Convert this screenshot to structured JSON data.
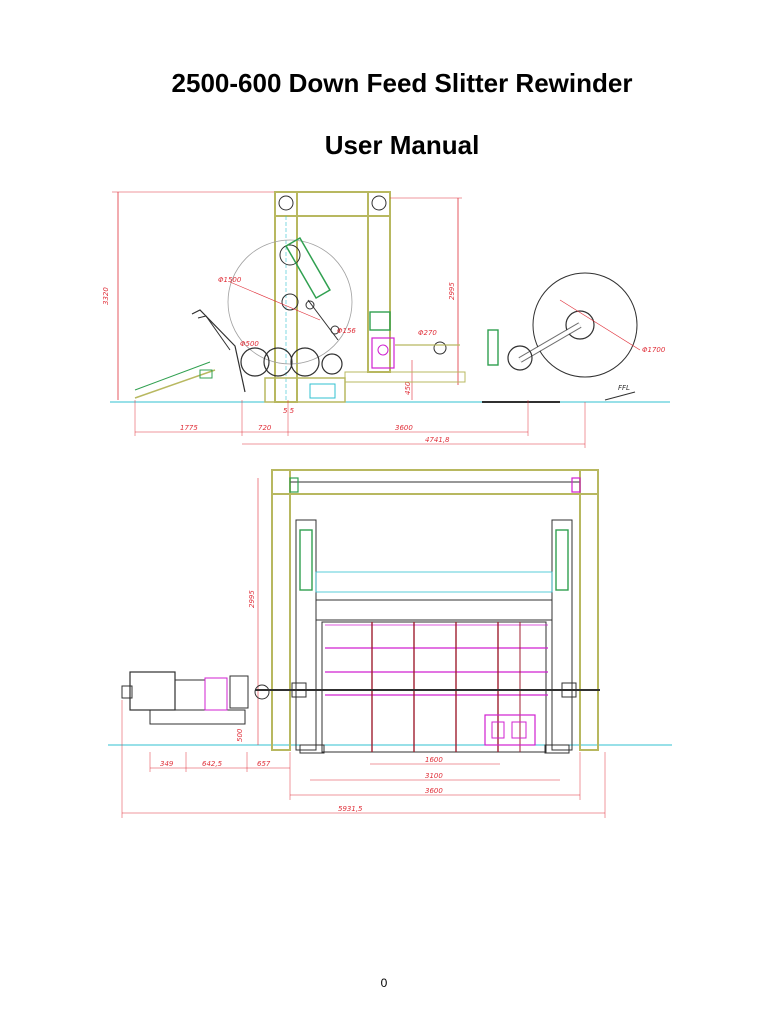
{
  "document": {
    "title": "2500-600 Down Feed Slitter Rewinder",
    "subtitle": "User Manual",
    "page_number": "0"
  },
  "side_view": {
    "labels": {
      "height_total": "3320",
      "height_frame": "2995",
      "height_base": "450",
      "dia_unwind": "Φ1500",
      "dia_roll": "Φ156",
      "dia_small": "Φ270",
      "dia_500": "Φ500",
      "dia_rewind": "Φ1700",
      "w_1775": "1775",
      "w_720": "720",
      "w_55": "5 5",
      "w_3600": "3600",
      "w_4741": "4741,8",
      "floor_tag": "FFL"
    }
  },
  "front_view": {
    "labels": {
      "height_frame": "2995",
      "height_base": "500",
      "w_349": "349",
      "w_6425": "642,5",
      "w_657": "657",
      "w_1600": "1600",
      "w_3100": "3100",
      "w_3600": "3600",
      "w_total": "5931,5"
    }
  },
  "colors": {
    "frame": "#b8b860",
    "dimension": "#e0303a",
    "centerline": "#30c0d0",
    "pneumatic": "#30a050",
    "highlight": "#d020d0",
    "outline": "#303030"
  }
}
